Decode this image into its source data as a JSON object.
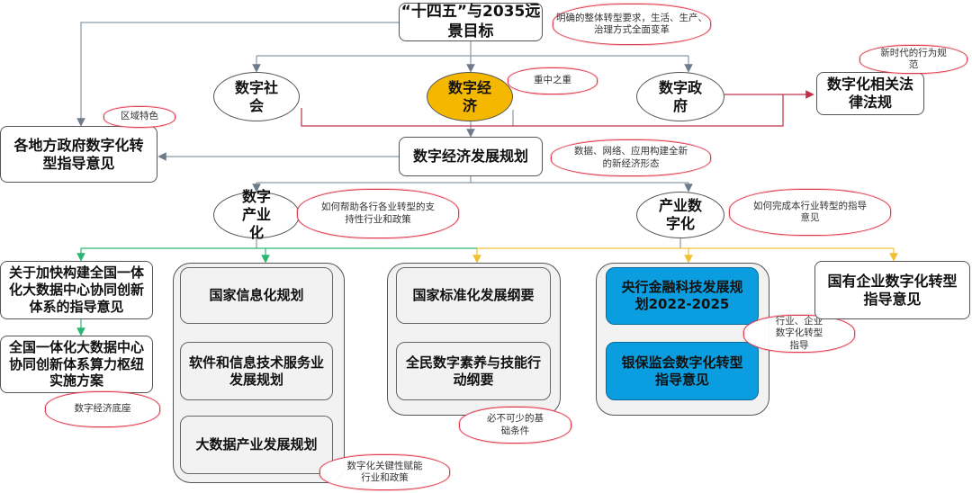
{
  "top": {
    "title": "“十四五”与2035远景目标",
    "note": "明确的整体转型要求，生活、生产、治理方式全面变革"
  },
  "pillars": {
    "society": "数字社会",
    "economy": "数字经济",
    "economy_note": "重中之重",
    "government": "数字政府"
  },
  "law": {
    "title": "数字化相关法律法规",
    "note": "新时代的行为规范"
  },
  "local": {
    "title": "各地方政府数字化转型指导意见",
    "note": "区域特色"
  },
  "plan": {
    "title": "数字经济发展规划",
    "note": "数据、网络、应用构建全新的新经济形态"
  },
  "industrialization": {
    "title": "数字产业化",
    "note": "如何帮助各行各业转型的支持性行业和政策"
  },
  "digitalization": {
    "title": "产业数字化",
    "note": "如何完成本行业转型的指导意见"
  },
  "col1": {
    "items": [
      "关于加快构建全国一体化大数据中心协同创新体系的指导意见",
      "全国一体化大数据中心协同创新体系算力枢纽实施方案"
    ],
    "note": "数字经济底座"
  },
  "col2": {
    "items": [
      "国家信息化规划",
      "软件和信息技术服务业发展规划",
      "大数据产业发展规划"
    ],
    "note": "数字化关键性赋能行业和政策"
  },
  "col3": {
    "items": [
      "国家标准化发展纲要",
      "全民数字素养与技能行动纲要"
    ],
    "note": "必不可少的基础条件"
  },
  "col4": {
    "items": [
      "央行金融科技发展规划2022-2025",
      "银保监会数字化转型指导意见"
    ],
    "note": "行业、企业数字化转型指导"
  },
  "col5": {
    "items": [
      "国有企业数字化转型指导意见"
    ]
  },
  "colors": {
    "economy_fill": "#f5b800",
    "highlight_blue": "#0a9ee0",
    "cloud_border": "#e0394d",
    "green_line": "#2bb673",
    "yellow_line": "#f0c030",
    "red_line": "#c0304a"
  }
}
